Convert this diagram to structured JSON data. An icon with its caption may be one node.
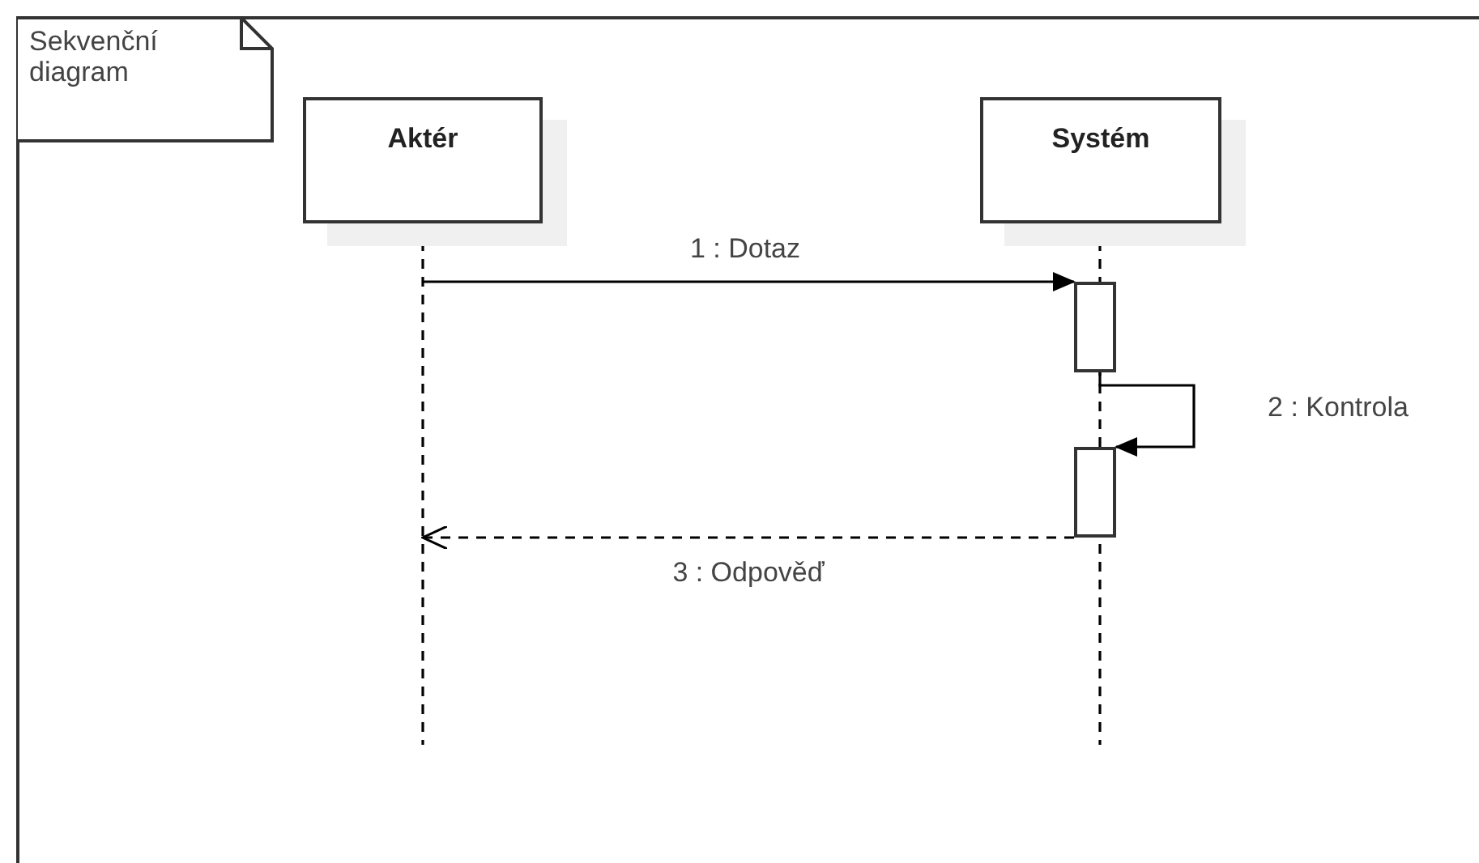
{
  "diagram": {
    "nodes": [
      {
        "text": [
          "Sekvenční diagram"
        ]
      },
      {
        "text": [
          "Aktér"
        ],
        "in": 0
      },
      {
        "text": [
          "Systém"
        ],
        "in": 0
      },
      {
        "text": [],
        "shape": "bar",
        "in": 0
      },
      {
        "text": [],
        "shape": "bar",
        "in": 0
      }
    ],
    "edges": [
      {
        "from": null,
        "to": 3,
        "arrow": "to",
        "label": "1 : Dotaz"
      },
      {
        "from": 3,
        "to": 4,
        "arrow": "to",
        "label": "2 : Kontrola"
      },
      {
        "from": 4,
        "to": null,
        "arrow": "to",
        "label": "3 : Odpověď",
        "style": "dashed"
      },
      {
        "from": 1,
        "to": null,
        "arrow": "none",
        "style": "dashed"
      },
      {
        "from": 2,
        "to": null,
        "arrow": "none",
        "style": "dashed"
      }
    ]
  }
}
